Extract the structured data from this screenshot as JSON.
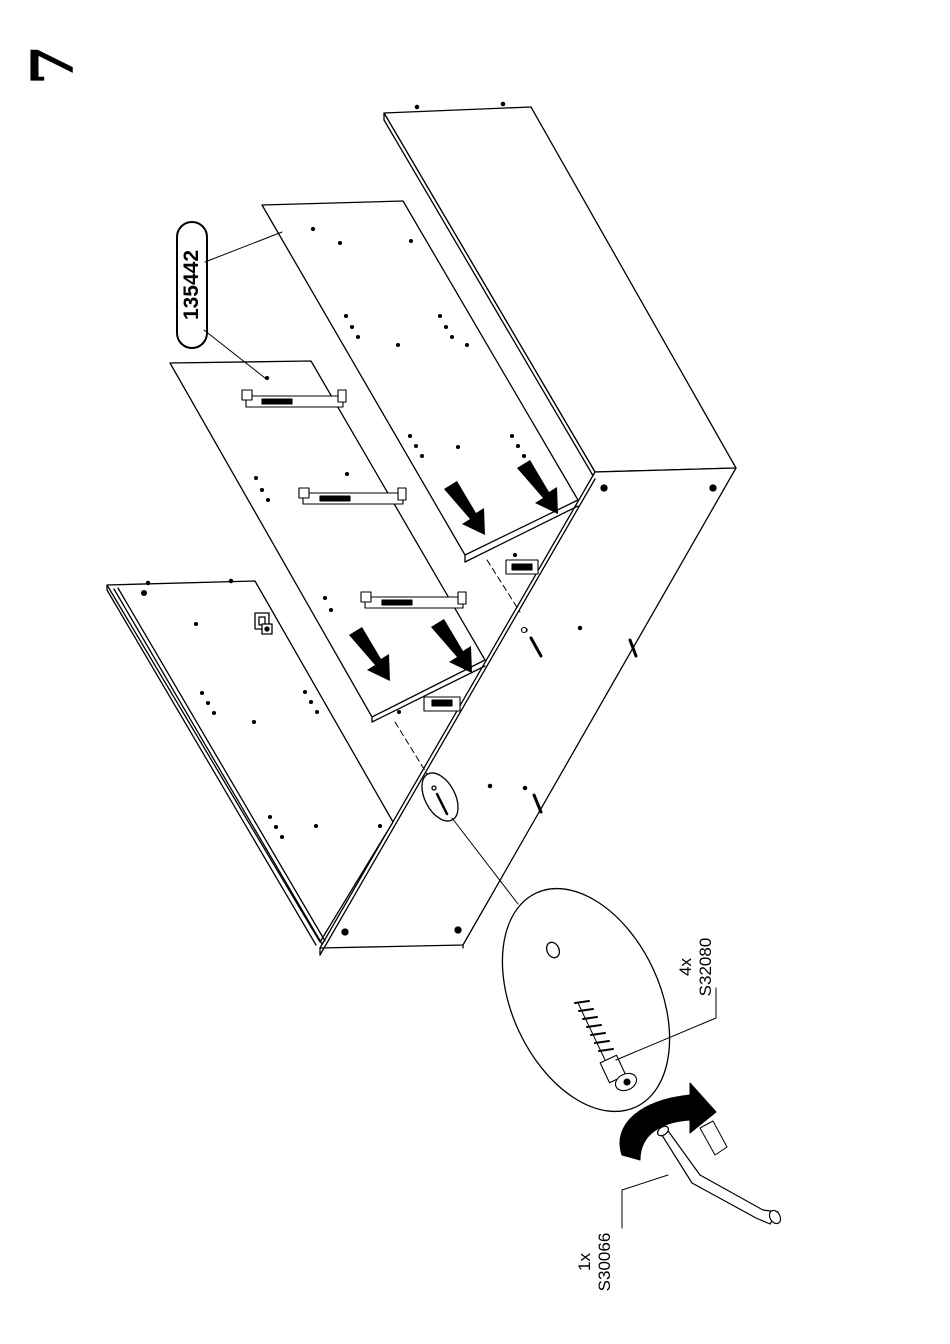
{
  "step": {
    "number": "7"
  },
  "panel_label": {
    "code": "135442"
  },
  "hardware": [
    {
      "quantity": "4x",
      "code": "S32080"
    },
    {
      "quantity": "1x",
      "code": "S30066"
    }
  ],
  "colors": {
    "line": "#000000",
    "background": "#ffffff"
  },
  "icons": [
    "arrow-icon",
    "rotation-arrow-icon",
    "allen-key-icon",
    "cam-dowel-icon",
    "drawer-runner-icon",
    "hinge-icon"
  ]
}
